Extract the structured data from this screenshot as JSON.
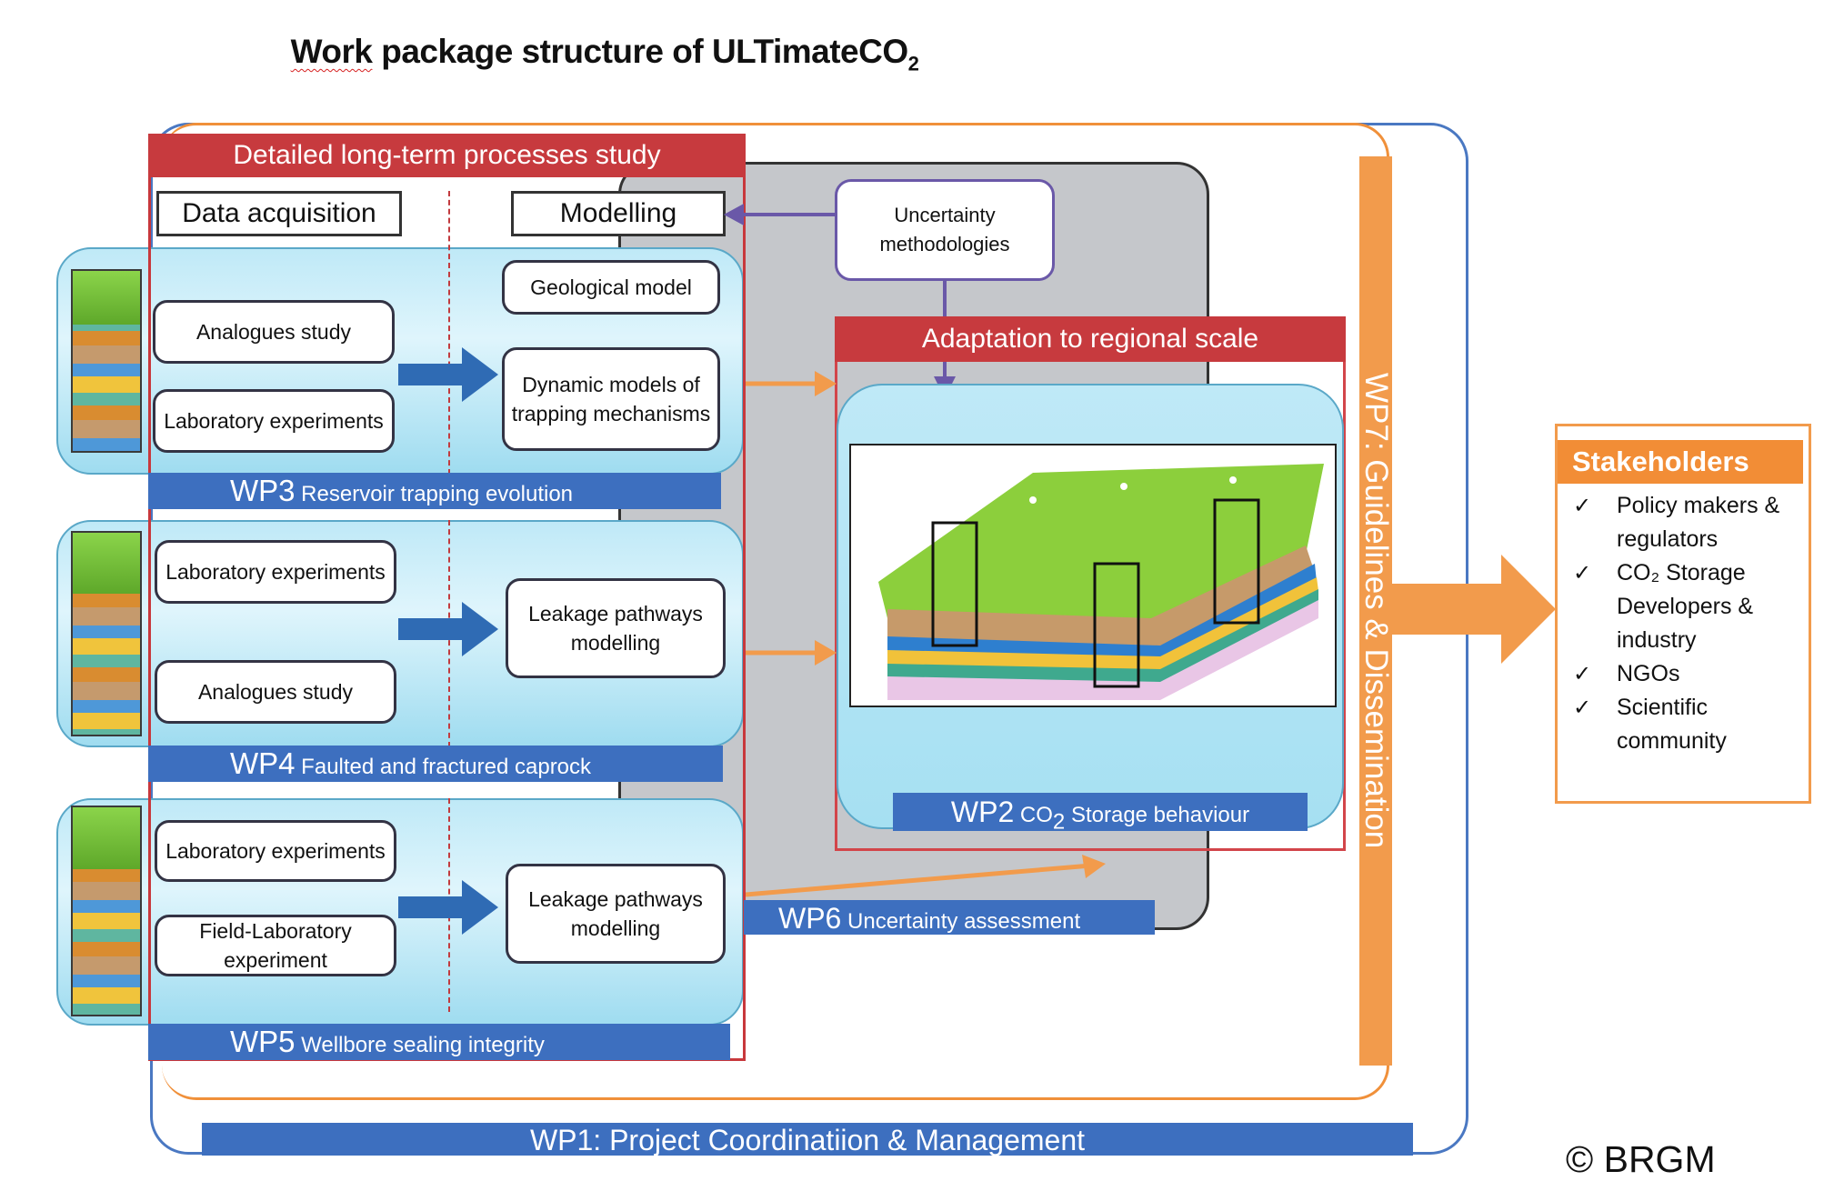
{
  "title": {
    "prefix": "Work",
    "main": " package structure of ULTimateCO",
    "sub": "2"
  },
  "red_panel": {
    "header": "Detailed long-term processes study",
    "col_data": "Data acquisition",
    "col_model": "Modelling"
  },
  "uncertainty_box": "Uncertainty methodologies",
  "wp3": {
    "left_boxes": [
      "Analogues study",
      "Laboratory experiments"
    ],
    "right_boxes": [
      "Geological model",
      "Dynamic models of trapping mechanisms"
    ],
    "bar_code": "WP3",
    "bar_text": " Reservoir trapping evolution"
  },
  "wp4": {
    "left_boxes": [
      "Laboratory experiments",
      "Analogues study"
    ],
    "right_box": "Leakage pathways modelling",
    "bar_code": "WP4",
    "bar_text": " Faulted and fractured caprock"
  },
  "wp5": {
    "left_boxes": [
      "Laboratory experiments",
      "Field-Laboratory experiment"
    ],
    "right_box": "Leakage pathways modelling",
    "bar_code": "WP5",
    "bar_text": " Wellbore sealing integrity"
  },
  "wp2": {
    "header": "Adaptation to regional scale",
    "bar_code": "WP2",
    "bar_text_a": " CO",
    "bar_sub": "2",
    "bar_text_b": " Storage behaviour"
  },
  "wp6": {
    "bar_code": "WP6",
    "bar_text": " Uncertainty assessment"
  },
  "wp7": {
    "label": "WP7: Guidelines & Dissemination"
  },
  "wp1": {
    "label": "WP1: Project Coordinatiion & Management"
  },
  "stakeholders": {
    "header": "Stakeholders",
    "items": [
      "Policy makers & regulators",
      "CO₂ Storage Developers & industry",
      "NGOs",
      "Scientific community"
    ]
  },
  "copyright": "© BRGM",
  "colors": {
    "wp_bar": "#3d6fbf",
    "red_header": "#c73a3e",
    "orange": "#f29b4c",
    "band_fill": "#bfe9f7",
    "grey_wp6": "#c5c7cb"
  }
}
